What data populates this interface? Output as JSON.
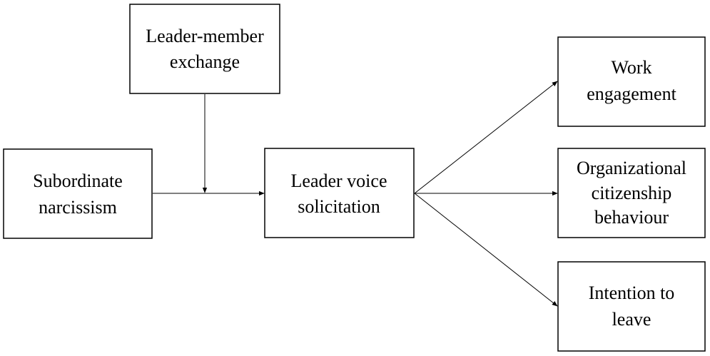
{
  "nodes": [
    {
      "id": "lmx",
      "lines": [
        "Leader-member",
        "exchange"
      ]
    },
    {
      "id": "narc",
      "lines": [
        "Subordinate",
        "narcissism"
      ]
    },
    {
      "id": "lvs",
      "lines": [
        "Leader voice",
        "solicitation"
      ]
    },
    {
      "id": "work",
      "lines": [
        "Work",
        "engagement"
      ]
    },
    {
      "id": "ocb",
      "lines": [
        "Organizational",
        "citizenship",
        "behaviour"
      ]
    },
    {
      "id": "itl",
      "lines": [
        "Intention to",
        "leave"
      ]
    }
  ],
  "edges": [
    {
      "from": "narc",
      "to": "lvs"
    },
    {
      "from": "lmx",
      "to": "narc-lvs-path",
      "type": "moderation"
    },
    {
      "from": "lvs",
      "to": "work"
    },
    {
      "from": "lvs",
      "to": "ocb"
    },
    {
      "from": "lvs",
      "to": "itl"
    }
  ],
  "colors": {
    "stroke": "#000000",
    "fill": "#ffffff",
    "text": "#000000"
  }
}
